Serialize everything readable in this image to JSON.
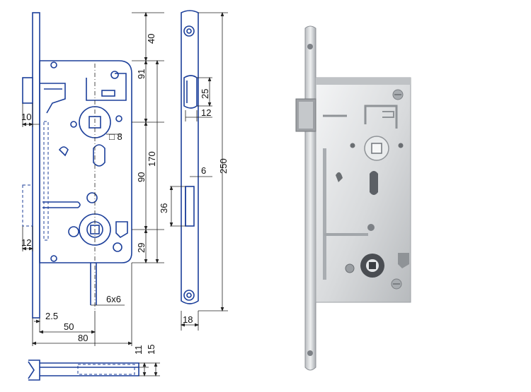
{
  "drawing": {
    "dimensions": {
      "d40": "40",
      "d91": "91",
      "d25": "25",
      "d12_bolt": "12",
      "d10": "10",
      "d8": "□ 8",
      "d170": "170",
      "d250": "250",
      "d90": "90",
      "d6": "6",
      "d36": "36",
      "d12_side": "12",
      "d29": "29",
      "d6x6": "6x6",
      "d2_5": "2.5",
      "d50": "50",
      "d80": "80",
      "d18": "18",
      "d11": "11",
      "d15": "15"
    }
  },
  "colors": {
    "line": "#1c3f9a",
    "metal": "#c9cbcd",
    "background": "#ffffff"
  }
}
